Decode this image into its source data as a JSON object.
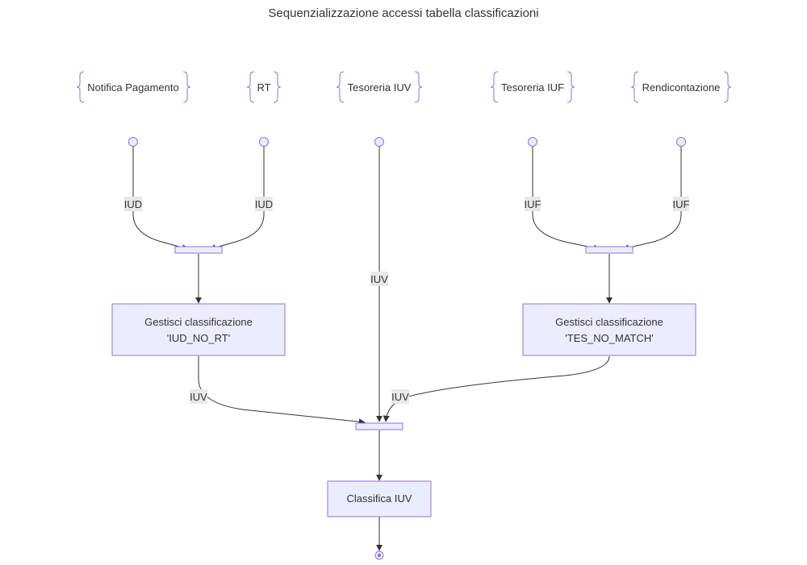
{
  "title": "Sequenzializzazione accessi tabella classificazioni",
  "swimlanes": [
    {
      "label": "Notifica Pagamento"
    },
    {
      "label": "RT"
    },
    {
      "label": "Tesoreria IUV"
    },
    {
      "label": "Tesoreria IUF"
    },
    {
      "label": "Rendicontazione"
    }
  ],
  "edge_labels": {
    "notifica_to_join": "IUD",
    "rt_to_join": "IUD",
    "tesoreria_iuv_to_final_join": "IUV",
    "tesoreria_iuf_to_join": "IUF",
    "rendicontazione_to_join": "IUF",
    "iud_no_rt_to_final_join": "IUV",
    "tes_no_match_to_final_join": "IUV"
  },
  "nodes": {
    "gestisci_iud": {
      "line1": "Gestisci classificazione",
      "line2": "'IUD_NO_RT'"
    },
    "gestisci_tes": {
      "line1": "Gestisci classificazione",
      "line2": "'TES_NO_MATCH'"
    },
    "classifica": {
      "label": "Classifica IUV"
    }
  },
  "colors": {
    "node_fill": "#ECECFF",
    "node_stroke": "#9370DB",
    "edge": "#333333",
    "edge_label_bg": "#E8E8E8"
  }
}
